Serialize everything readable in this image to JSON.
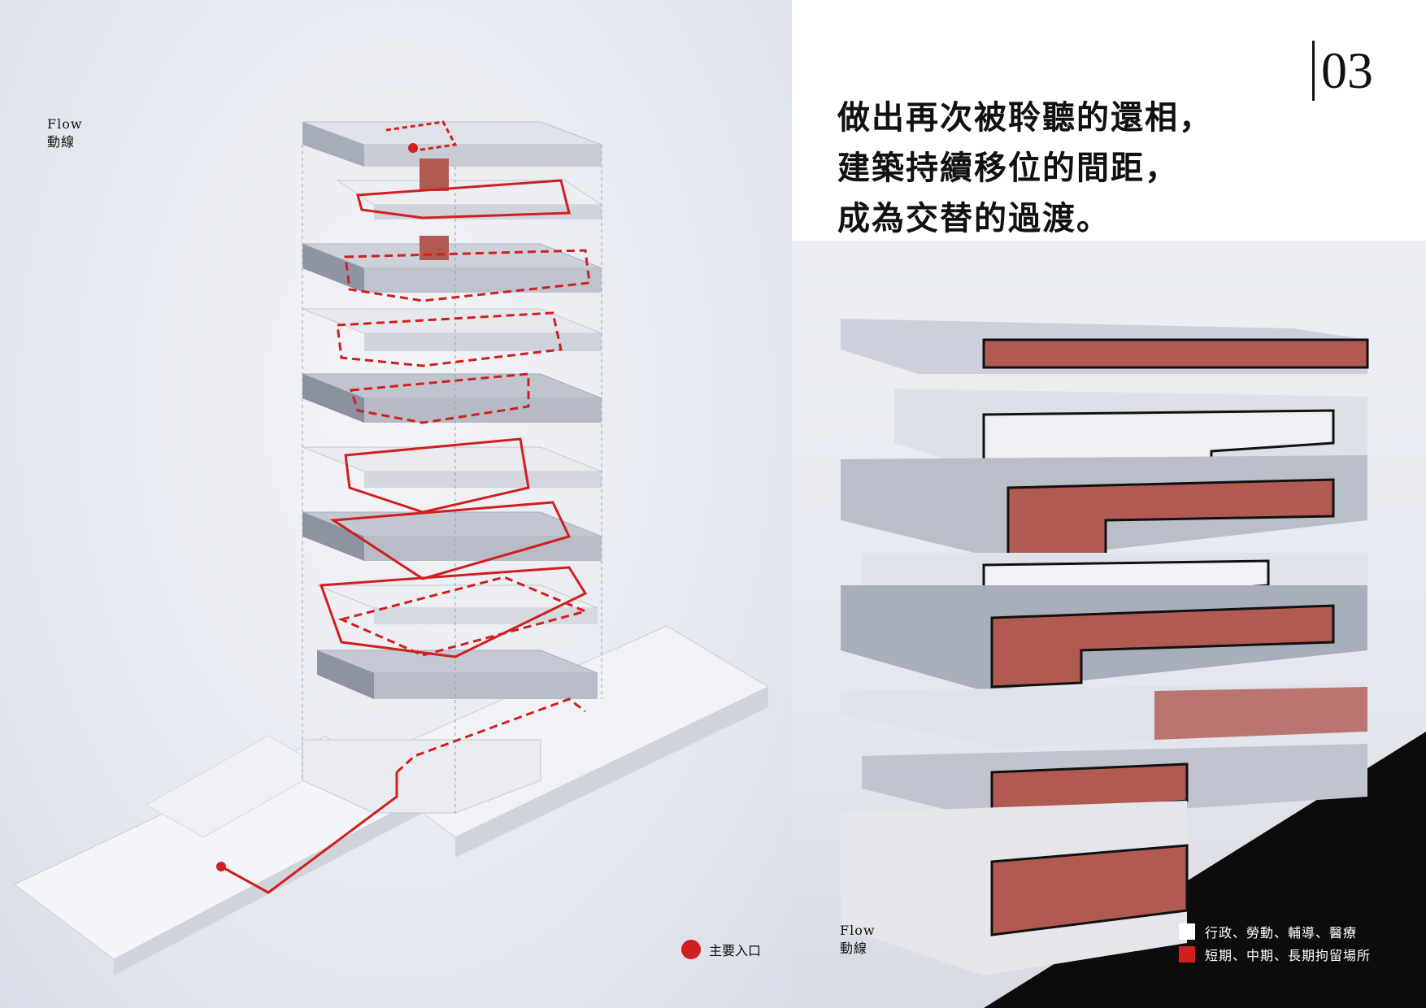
{
  "left_panel": {
    "flow_label_en": "Flow",
    "flow_label_zh": "動線",
    "legend": {
      "main_entrance": "主要入口",
      "color": "#d11f1f"
    }
  },
  "right_panel": {
    "page_number": "03",
    "quote_lines": [
      "做出再次被聆聽的還相，",
      "建築持續移位的間距，",
      "成為交替的過渡。"
    ],
    "flow_label_en": "Flow",
    "flow_label_zh": "動線",
    "key": [
      {
        "label": "行政、勞動、輔導、醫療",
        "color": "#ffffff"
      },
      {
        "label": "短期、中期、長期拘留場所",
        "color": "#d11f1f"
      }
    ]
  },
  "colors": {
    "accent": "#d11f1f",
    "slab": "#c9ced9",
    "slab_dark": "#8f95a3",
    "ink": "#111111"
  }
}
